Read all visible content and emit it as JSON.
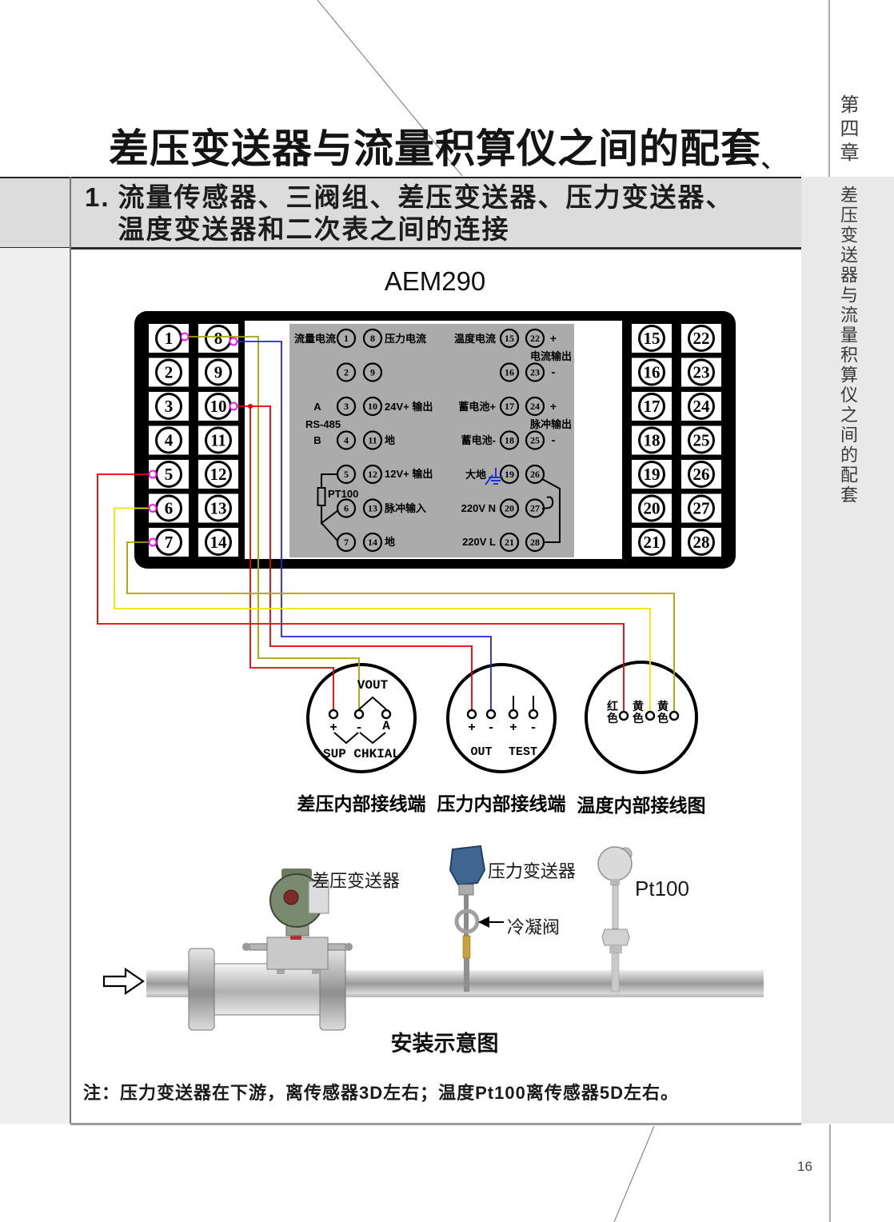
{
  "page": {
    "title": "差压变送器与流量积算仪之间的配套",
    "title_mark": "、",
    "page_number": "16",
    "note": "注：压力变送器在下游，离传感器3D左右；温度Pt100离传感器5D左右。"
  },
  "sidebar": {
    "chapter": "第四章",
    "title": "差压变送器与流量积算仪之间的配套"
  },
  "section": {
    "number": "1.",
    "line1": "流量传感器、三阀组、差压变送器、压力变送器、",
    "line2": "温度变送器和二次表之间的连接"
  },
  "device": {
    "model": "AEM290"
  },
  "terminal_numbers": [
    "1",
    "2",
    "3",
    "4",
    "5",
    "6",
    "7",
    "8",
    "9",
    "10",
    "11",
    "12",
    "13",
    "14",
    "15",
    "16",
    "17",
    "18",
    "19",
    "20",
    "21",
    "22",
    "23",
    "24",
    "25",
    "26",
    "27",
    "28"
  ],
  "panel": {
    "flow_current": "流量电流",
    "pressure_current": "压力电流",
    "a": "A",
    "b": "B",
    "rs485": "RS-485",
    "out24": "24V+ 输出",
    "gnd1": "地",
    "out12": "12V+ 输出",
    "pt100": "PT100",
    "pulse_in": "脉冲输入",
    "gnd2": "地",
    "temp_current": "温度电流",
    "plus1": "+",
    "current_out": "电流输出",
    "minus1": "-",
    "battery_plus": "蓄电池+",
    "plus2": "+",
    "pulse_out": "脉冲输出",
    "battery_minus": "蓄电池-",
    "minus2": "-",
    "earth": "大地",
    "n220": "220V N",
    "l220": "220V L"
  },
  "dp_circle": {
    "vout": "VOUT",
    "plus": "+",
    "minus": "-",
    "a": "A",
    "terminals": "SUP CHKIAL",
    "caption": "差压内部接线端"
  },
  "pressure_circle": {
    "plus1": "+",
    "minus1": "-",
    "plus2": "+",
    "minus2": "-",
    "out": "OUT",
    "test": "TEST",
    "caption": "压力内部接线端"
  },
  "temp_circle": {
    "wire1": "红色",
    "wire2": "黄色",
    "wire3": "黄色",
    "caption": "温度内部接线图"
  },
  "install": {
    "dp_label": "差压变送器",
    "pressure_label": "压力变送器",
    "valve_label": "冷凝阀",
    "pt100_label": "Pt100",
    "caption": "安装示意图"
  },
  "colors": {
    "wire_red": "#e60000",
    "wire_blue": "#2323dd",
    "wire_yellow": "#efe400",
    "wire_olive": "#a6a300",
    "connector_magenta": "#ff00ff",
    "panel_gray": "#ababab",
    "ground_blue": "#2233cc"
  }
}
